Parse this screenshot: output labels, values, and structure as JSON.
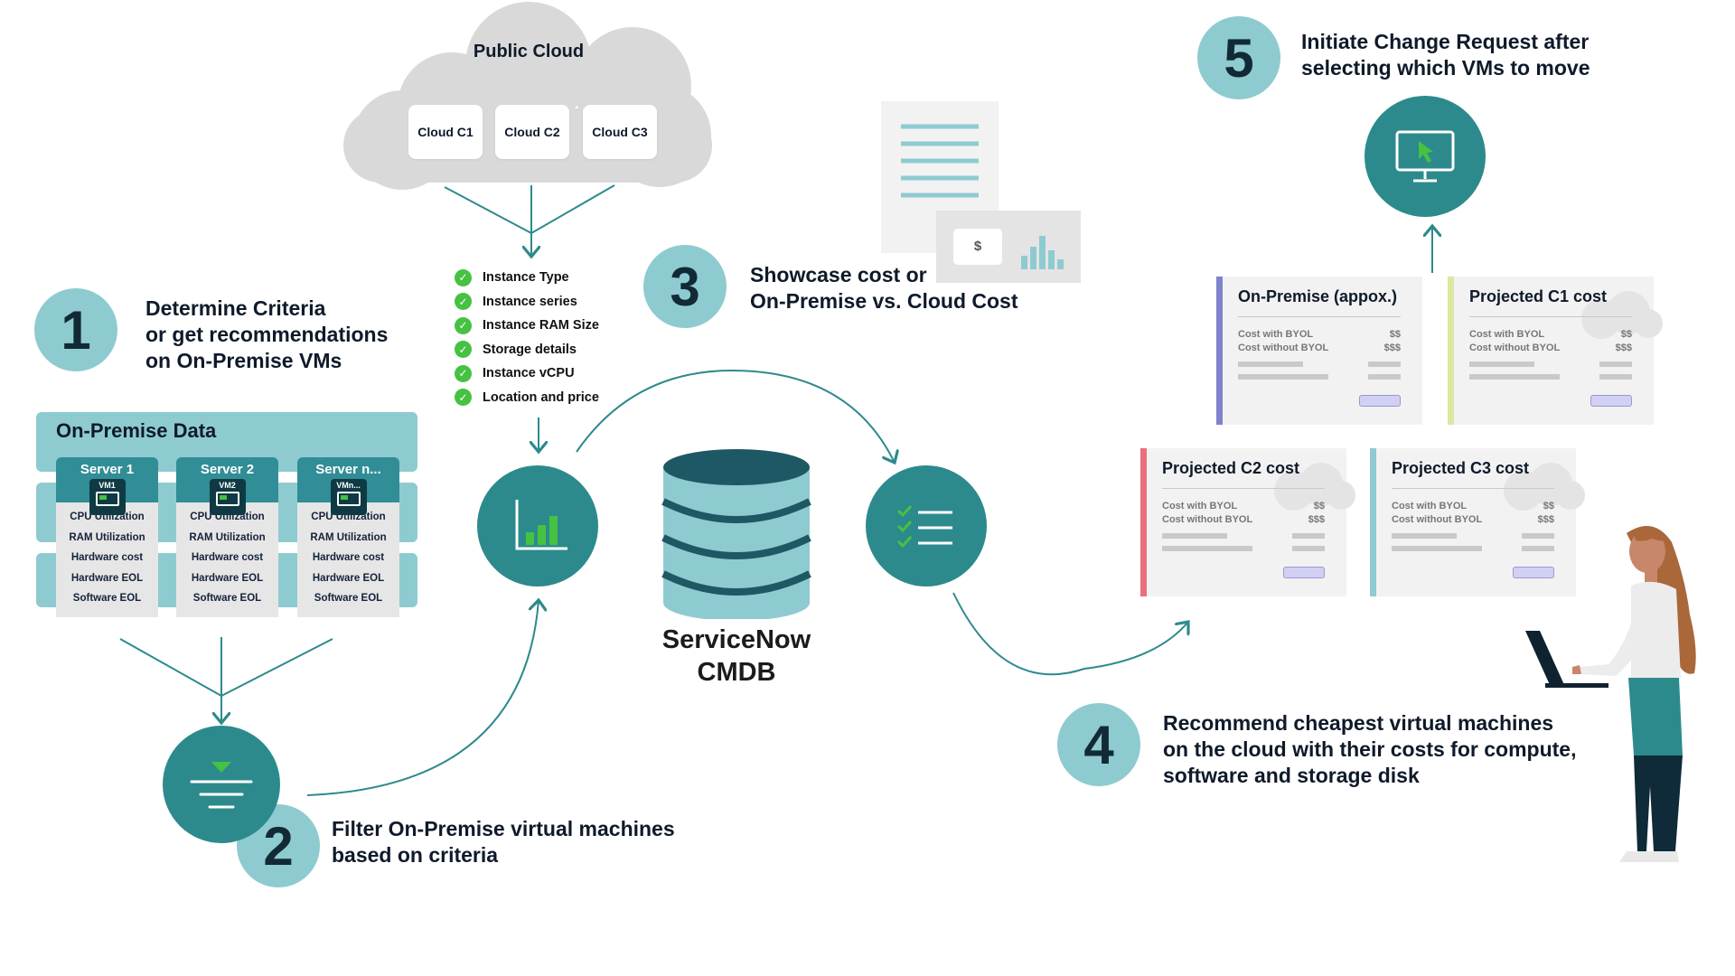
{
  "steps": [
    {
      "num": "1",
      "text": "Determine Criteria or get recommendations on On-Premise VMs",
      "lines": [
        "Determine Criteria",
        "or get recommendations",
        "on On-Premise VMs"
      ]
    },
    {
      "num": "2",
      "lines": [
        "Filter On-Premise virtual machines",
        "based on criteria"
      ]
    },
    {
      "num": "3",
      "lines": [
        "Showcase cost or",
        "On-Premise vs. Cloud Cost"
      ]
    },
    {
      "num": "4",
      "lines": [
        "Recommend cheapest virtual machines",
        "on the cloud with their costs for compute,",
        "software and storage disk"
      ]
    },
    {
      "num": "5",
      "lines": [
        "Initiate Change Request after",
        "selecting which VMs to move"
      ]
    }
  ],
  "public_cloud": {
    "title": "Public Cloud",
    "clouds": [
      "Cloud C1",
      "Cloud C2",
      "Cloud C3"
    ]
  },
  "criteria": [
    "Instance Type",
    "Instance series",
    "Instance RAM Size",
    "Storage details",
    "Instance vCPU",
    "Location and price"
  ],
  "on_premise": {
    "title": "On-Premise Data",
    "servers": [
      {
        "name": "Server 1",
        "vm": "VM1"
      },
      {
        "name": "Server 2",
        "vm": "VM2"
      },
      {
        "name": "Server n...",
        "vm": "VMn..."
      }
    ],
    "metrics": [
      "CPU Utilization",
      "RAM Utilization",
      "Hardware cost",
      "Hardware EOL",
      "Software EOL"
    ]
  },
  "cmdb": {
    "line1": "ServiceNow",
    "line2": "CMDB"
  },
  "report": {
    "currency_symbol": "$"
  },
  "cost_cards": [
    {
      "title": "On-Premise (appox.)",
      "accent": "#7f82cc",
      "row1": "Cost with BYOL",
      "row1_value": "$$",
      "row2": "Cost without BYOL",
      "row2_value": "$$$"
    },
    {
      "title": "Projected C1 cost",
      "accent": "#dbe8a0",
      "row1": "Cost with BYOL",
      "row1_value": "$$",
      "row2": "Cost without BYOL",
      "row2_value": "$$$"
    },
    {
      "title": "Projected C2 cost",
      "accent": "#e8707a",
      "row1": "Cost with BYOL",
      "row1_value": "$$",
      "row2": "Cost without BYOL",
      "row2_value": "$$$"
    },
    {
      "title": "Projected C3 cost",
      "accent": "#8fcbd0",
      "row1": "Cost with BYOL",
      "row1_value": "$$",
      "row2": "Cost without BYOL",
      "row2_value": "$$$"
    }
  ],
  "colors": {
    "teal": "#2d8a8c",
    "badge": "#8ecbd0",
    "green": "#45c241",
    "panel": "#8ecbd0"
  }
}
